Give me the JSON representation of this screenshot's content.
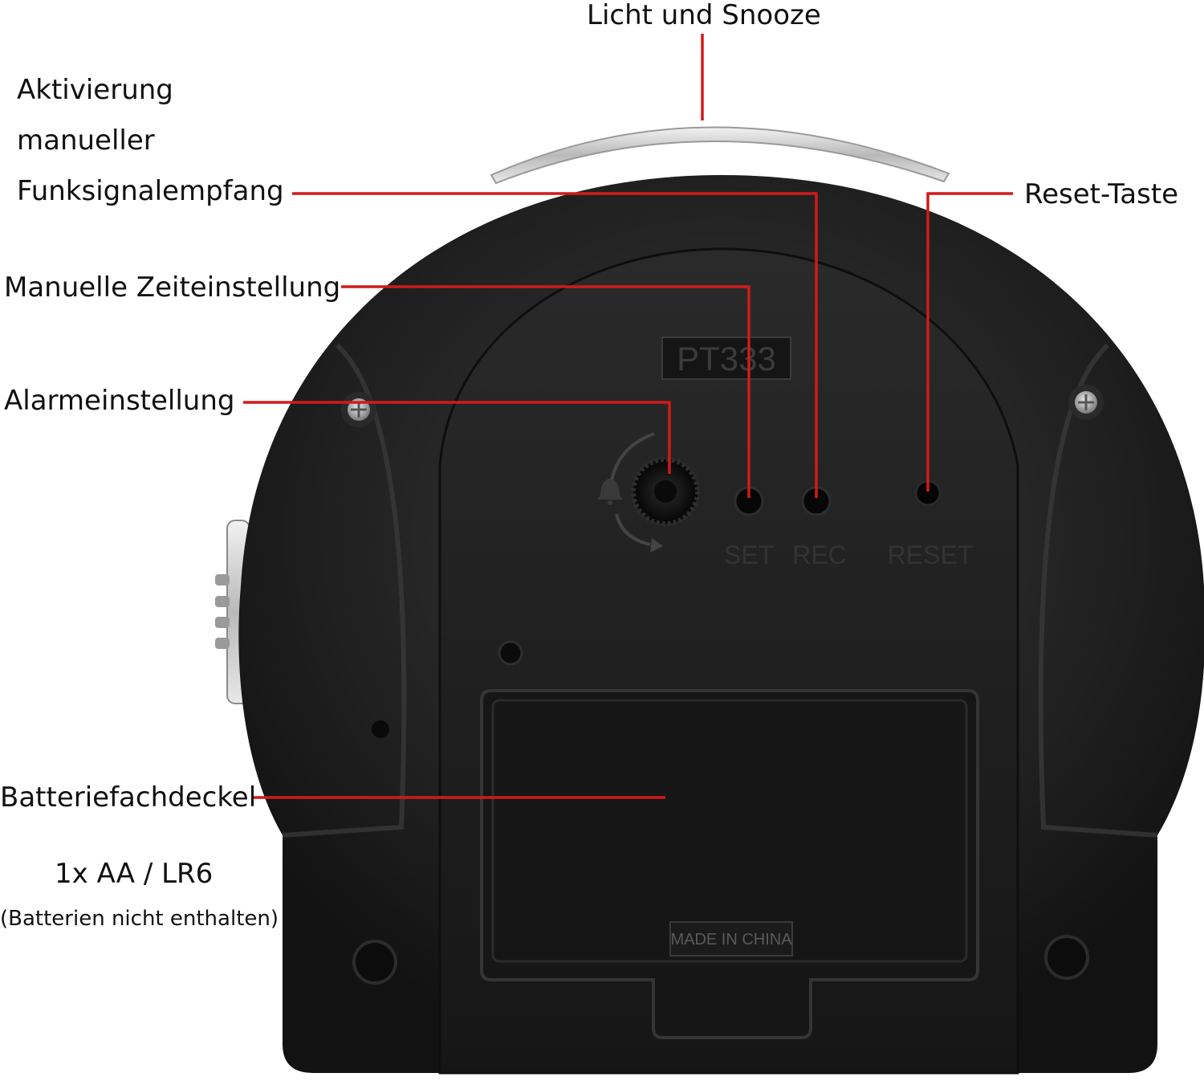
{
  "callouts": {
    "light_snooze": "Licht und Snooze",
    "radio_activation_line1": "Aktivierung",
    "radio_activation_line2": "manueller",
    "radio_activation_line3": "Funksignalempfang",
    "reset_key": "Reset-Taste",
    "manual_time": "Manuelle Zeiteinstellung",
    "alarm_setting": "Alarmeinstellung",
    "battery_cover": "Batteriefachdeckel",
    "battery_type": "1x AA / LR6",
    "battery_note": "(Batterien nicht enthalten)"
  },
  "device": {
    "model": "PT333",
    "set_label": "SET",
    "rec_label": "REC",
    "reset_label": "RESET",
    "origin": "MADE IN CHINA"
  },
  "colors": {
    "callout_line": "#d11a1a",
    "body": "#1c1c1c",
    "text": "#111111"
  }
}
